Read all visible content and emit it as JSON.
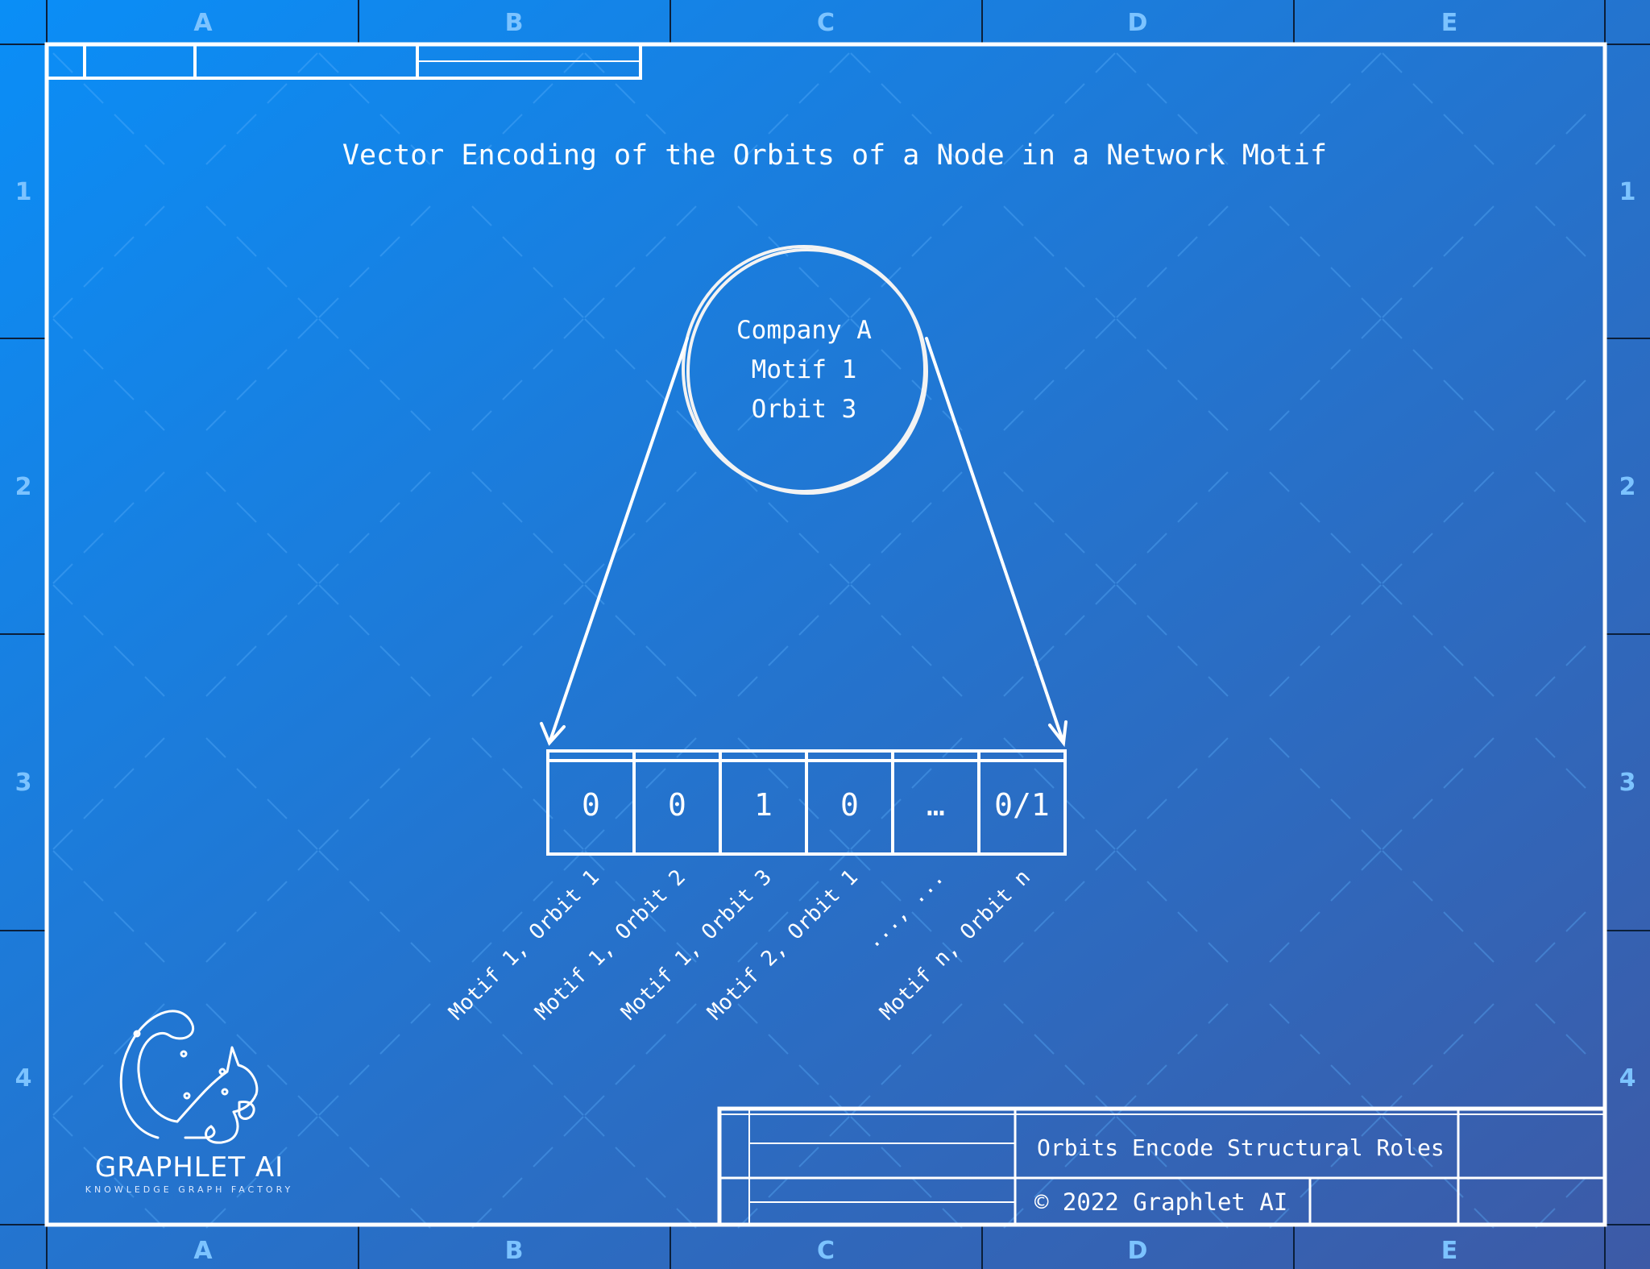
{
  "title": "Vector Encoding of the Orbits of a Node in a Network Motif",
  "node": {
    "lines": [
      "Company A",
      "Motif 1",
      "Orbit 3"
    ]
  },
  "vector": {
    "cells": [
      "0",
      "0",
      "1",
      "0",
      "…",
      "0/1"
    ],
    "labels": [
      "Motif 1, Orbit 1",
      "Motif 1, Orbit 2",
      "Motif 1, Orbit 3",
      "Motif 2, Orbit 1",
      "..., ...",
      "Motif n, Orbit n"
    ]
  },
  "frame": {
    "column_letters": [
      "A",
      "B",
      "C",
      "D",
      "E"
    ],
    "row_numbers": [
      "1",
      "2",
      "3",
      "4"
    ]
  },
  "title_block": {
    "subtitle": "Orbits Encode Structural Roles",
    "copyright": "© 2022 Graphlet AI"
  },
  "logo": {
    "name": "GRAPHLET AI",
    "tagline": "KNOWLEDGE GRAPH FACTORY",
    "icon": "squirrel-logo-icon"
  },
  "colors": {
    "background_start": "#0a8ef7",
    "background_end": "#3d5aa6",
    "lines": "#ffffff",
    "grid_marks": "#7cc3ff"
  }
}
